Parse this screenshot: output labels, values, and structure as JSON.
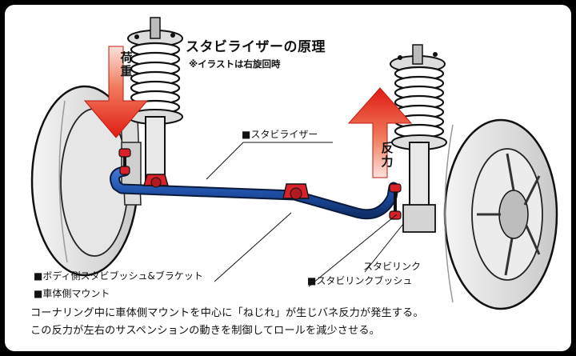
{
  "title": "スタビライザーの原理",
  "subtitle": "※イラストは右旋回時",
  "arrows": {
    "load_label": "荷重",
    "reaction_label": "反力",
    "arrow_color": "#e2231a"
  },
  "callouts": {
    "stabilizer": "■スタビライザー",
    "body_bush_bracket": "■ボディ側スタビブッシュ&ブラケット",
    "body_mount": "■車体側マウント",
    "stab_link": "スタビリンク",
    "stab_link_bush": "■スタビリンクブッシュ"
  },
  "description": {
    "line1": "コーナリング中に車体側マウントを中心に「ねじれ」が生じバネ反力が発生する。",
    "line2": "この反力が左右のサスペンションの動きを制御してロールを減少させる。"
  },
  "colors": {
    "stabilizer_bar": "#1f4fa6",
    "bracket": "#d9212a"
  }
}
